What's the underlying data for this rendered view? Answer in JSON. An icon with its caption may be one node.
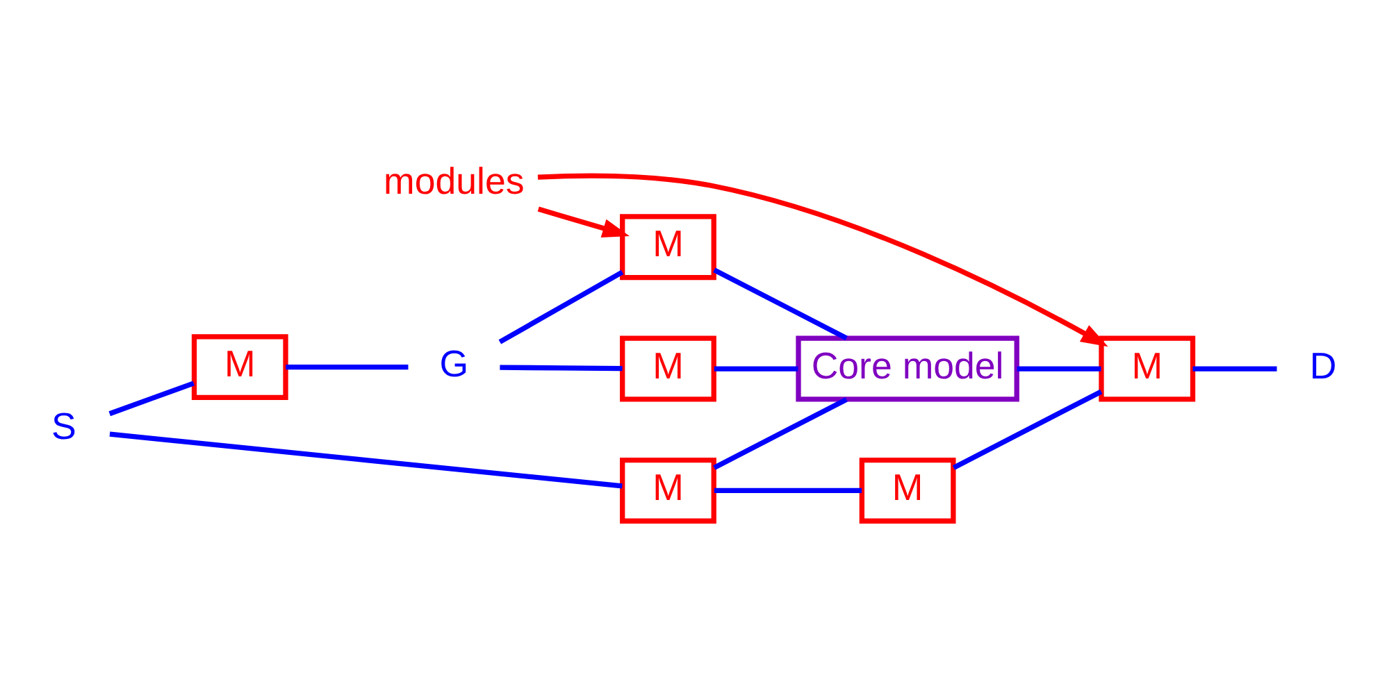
{
  "diagram": {
    "nodes": [
      {
        "text": [
          "G"
        ]
      },
      {
        "text": [
          "M"
        ]
      },
      {
        "text": [
          "M"
        ]
      },
      {
        "text": [
          "M"
        ]
      },
      {
        "text": [
          "modules"
        ]
      },
      {
        "text": [
          "S"
        ]
      },
      {
        "text": [
          "M"
        ]
      },
      {
        "text": [
          "Core model"
        ]
      },
      {
        "text": [
          "M"
        ]
      },
      {
        "text": [
          "D"
        ]
      },
      {
        "text": [
          "M"
        ]
      }
    ],
    "edges": [
      {
        "from": 5,
        "to": 1,
        "arrow": "none"
      },
      {
        "from": 1,
        "to": 0,
        "arrow": "none"
      },
      {
        "from": 0,
        "to": 2,
        "arrow": "none"
      },
      {
        "from": 0,
        "to": 3,
        "arrow": "none"
      },
      {
        "from": 5,
        "to": 6,
        "arrow": "none"
      },
      {
        "from": 2,
        "to": 7,
        "arrow": "none"
      },
      {
        "from": 3,
        "to": 7,
        "arrow": "none"
      },
      {
        "from": 6,
        "to": 7,
        "arrow": "none"
      },
      {
        "from": 6,
        "to": 10,
        "arrow": "none"
      },
      {
        "from": 7,
        "to": 8,
        "arrow": "none"
      },
      {
        "from": 10,
        "to": 8,
        "arrow": "none"
      },
      {
        "from": 8,
        "to": 9,
        "arrow": "none"
      },
      {
        "from": 4,
        "to": 3,
        "arrow": "to",
        "color": "#ff0000"
      },
      {
        "from": 4,
        "to": 8,
        "arrow": "to",
        "color": "#ff0000"
      }
    ]
  }
}
